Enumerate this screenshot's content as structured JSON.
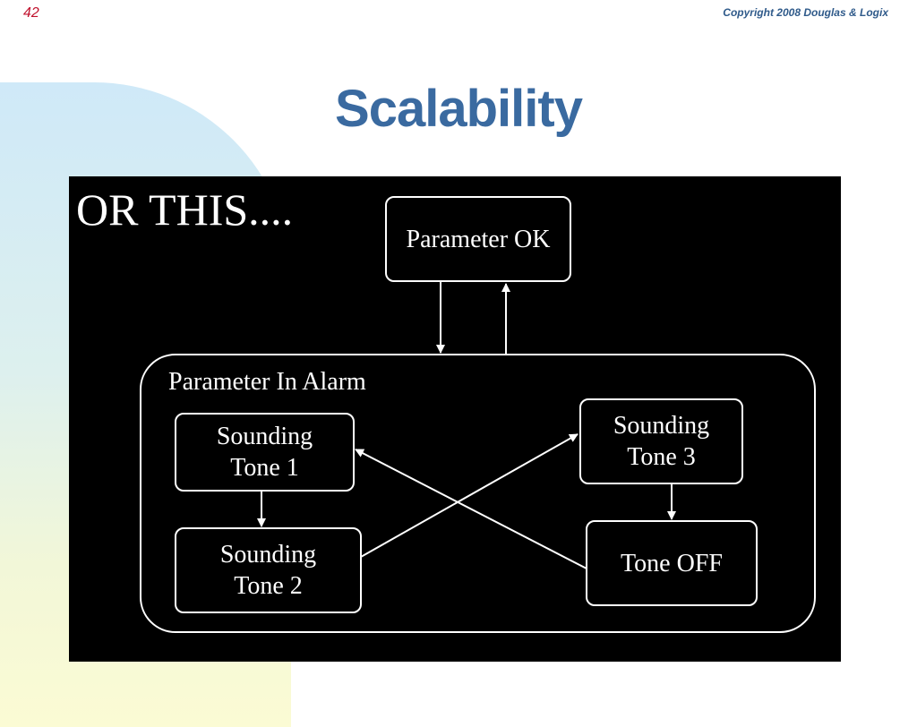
{
  "slide": {
    "number": "42",
    "copyright": "Copyright 2008 Douglas & Logix",
    "title": "Scalability"
  },
  "diagram": {
    "heading": "OR THIS....",
    "states": {
      "parameter_ok": "Parameter OK",
      "parameter_in_alarm": "Parameter In Alarm",
      "tone1_line1": "Sounding",
      "tone1_line2": "Tone 1",
      "tone2_line1": "Sounding",
      "tone2_line2": "Tone 2",
      "tone3_line1": "Sounding",
      "tone3_line2": "Tone 3",
      "tone_off": "Tone OFF"
    }
  },
  "colors": {
    "title": "#3a6aa0",
    "slide_number": "#c0122d",
    "diagram_bg": "#000000",
    "diagram_fg": "#ffffff"
  }
}
